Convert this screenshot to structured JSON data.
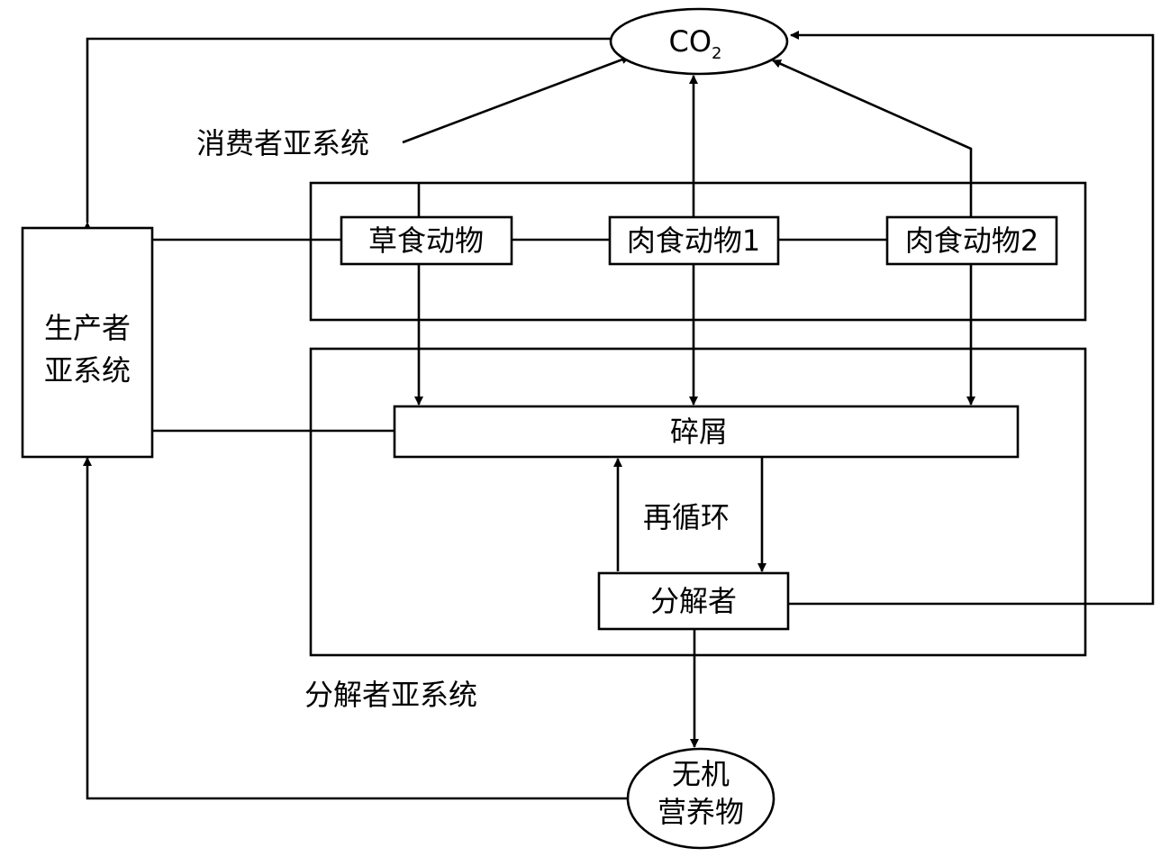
{
  "diagram": {
    "co2": {
      "main": "CO",
      "sub": "2"
    },
    "consumer_subsystem": "消费者亚系统",
    "producer_subsystem": {
      "line1": "生产者",
      "line2": "亚系统"
    },
    "herbivore": "草食动物",
    "carnivore1": "肉食动物1",
    "carnivore2": "肉食动物2",
    "detritus": "碎屑",
    "recycle": "再循环",
    "decomposer": "分解者",
    "decomposer_subsystem": "分解者亚系统",
    "inorganic_nutrients": {
      "line1": "无机",
      "line2": "营养物"
    }
  }
}
